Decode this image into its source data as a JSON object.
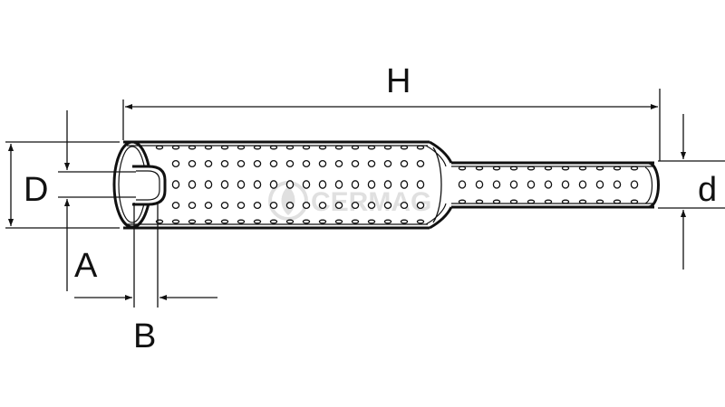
{
  "labels": {
    "overall_length": "H",
    "bore_diameter": "D",
    "key_slot_depth": "A",
    "key_slot_width": "B",
    "stem_diameter": "d"
  },
  "watermark": {
    "text": "CERMAG",
    "color": "#c8c8c8"
  },
  "colors": {
    "line": "#111111",
    "background": "#ffffff"
  }
}
